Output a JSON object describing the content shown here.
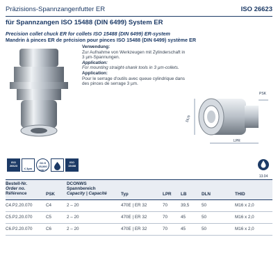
{
  "header": {
    "title": "Präzisions-Spannzangenfutter ER",
    "standard": "ISO 26623",
    "subtitle": "für Spannzangen ISO 15488 (DIN 6499) System ER",
    "line_en": "Precision collet chuck ER for collets ISO 15488 (DIN 6499)  ER-system",
    "line_fr": "Mandrin à pinces ER de précision pour pinces ISO 15488 (DIN 6499) système ER"
  },
  "usage": {
    "de_heading": "Verwendung:",
    "de_text": "Zur Aufnahme von Werkzeugen mit Zylinderschaft in 3 µm-Spannungen.",
    "en_heading": "Application:",
    "en_text": "For mounting straight-shank tools in 3 µm-collets.",
    "fr_heading": "Application:",
    "fr_text": "Pour le serrage d'outils avec queue cylindrique dans des pinces de serrage 3 µm."
  },
  "drawing_labels": {
    "psk": "PSK",
    "dln": "DLN",
    "lpr": "LPR"
  },
  "icons": [
    {
      "name": "iso-26623-icon",
      "lines": [
        "ISO",
        "26623"
      ]
    },
    {
      "name": "precision-icon",
      "lines": [
        "≤ 3µm"
      ]
    },
    {
      "name": "balance-icon",
      "lines": [
        "G2.5",
        "25,000",
        "min⁻¹"
      ]
    },
    {
      "name": "coolant-icon",
      "lines": []
    },
    {
      "name": "iso-15488-icon",
      "lines": [
        "ISO",
        "15488"
      ]
    }
  ],
  "doc_mark": "13.04",
  "table": {
    "headers": {
      "code": [
        "Bestell-Nr.",
        "Order no.",
        "Référence"
      ],
      "psk": "PSK",
      "cap": [
        "DCONWS",
        "Spannbereich",
        "Capacity | Capacité"
      ],
      "typ": "Typ",
      "lpr": "LPR",
      "lb": "LB",
      "dln": "DLN",
      "thid": "THID"
    },
    "rows": [
      {
        "code": "C4.P2.20.070",
        "psk": "C4",
        "cap": "2 – 20",
        "typ": "470E | ER 32",
        "lpr": "70",
        "lb": "39,5",
        "dln": "50",
        "thid": "M16 x 2,0"
      },
      {
        "code": "C5.P2.20.070",
        "psk": "C5",
        "cap": "2 – 20",
        "typ": "470E | ER 32",
        "lpr": "70",
        "lb": "45",
        "dln": "50",
        "thid": "M16 x 2,0"
      },
      {
        "code": "C6.P2.20.070",
        "psk": "C6",
        "cap": "2 – 20",
        "typ": "470E | ER 32",
        "lpr": "70",
        "lb": "45",
        "dln": "50",
        "thid": "M16 x 2,0"
      }
    ]
  }
}
